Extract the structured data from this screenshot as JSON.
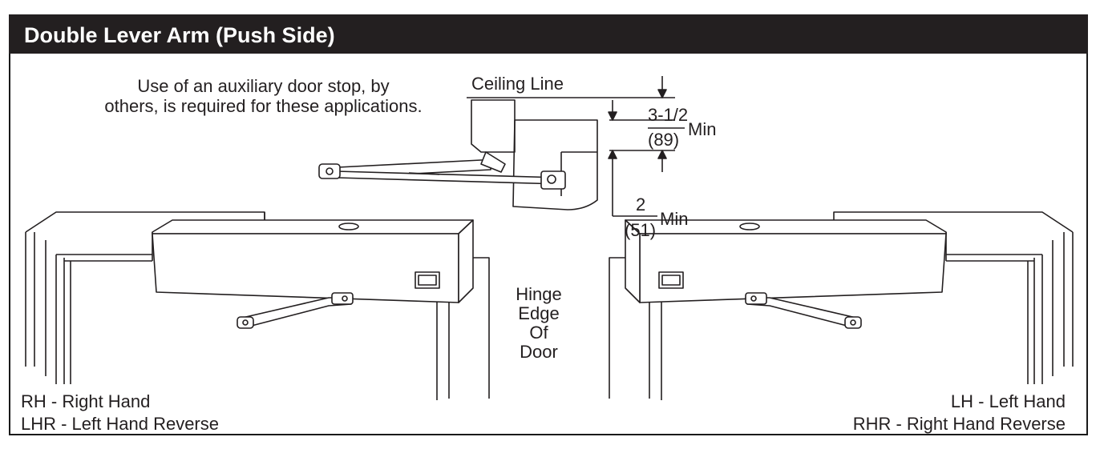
{
  "title": "Double Lever Arm (Push Side)",
  "note": {
    "line1": "Use of an auxiliary door stop, by",
    "line2": "others, is required for these applications."
  },
  "ceiling_label": "Ceiling Line",
  "dim_upper": {
    "value": "3-1/2",
    "metric": "(89)",
    "suffix": "Min"
  },
  "dim_lower": {
    "value": "2",
    "metric": "(51)",
    "suffix": "Min"
  },
  "hinge_edge": [
    "Hinge",
    "Edge",
    "Of",
    "Door"
  ],
  "left_caption": {
    "line1": "RH - Right Hand",
    "line2": "LHR - Left Hand Reverse"
  },
  "right_caption": {
    "line1": "LH - Left Hand",
    "line2": "RHR - Right Hand Reverse"
  },
  "colors": {
    "header_bg": "#231f20",
    "header_text": "#ffffff",
    "line": "#231f20"
  }
}
